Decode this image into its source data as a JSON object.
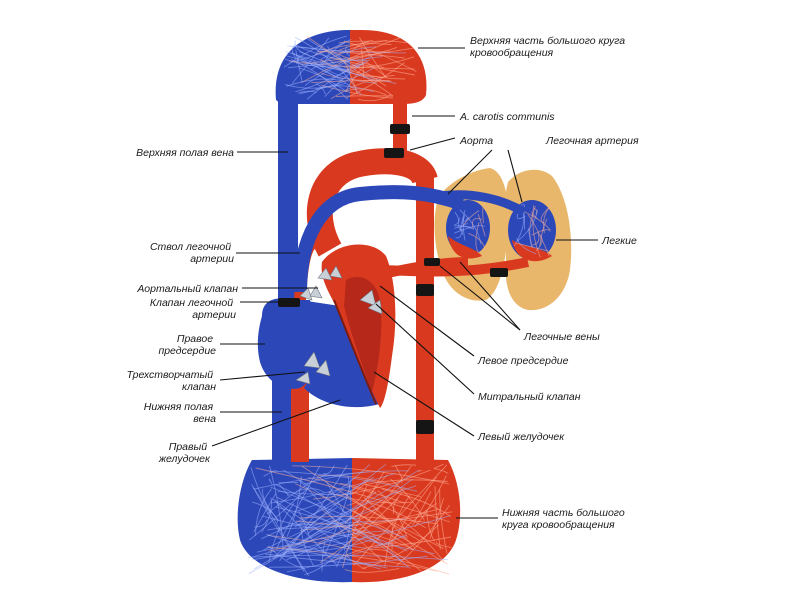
{
  "diagram": {
    "colors": {
      "arterial": "#d93a1f",
      "venous": "#2c47b8",
      "lung": "#e8b76b",
      "valve": "#c9cfd6",
      "band": "#151515",
      "leader": "#111111",
      "text": "#1a1a1a"
    },
    "labels": {
      "upper_circulation": [
        "Верхняя часть большого круга",
        "кровообращения"
      ],
      "carotis": [
        "A. carotis communis"
      ],
      "aorta": [
        "Аорта"
      ],
      "pulmonary_artery": [
        "Легочная артерия"
      ],
      "superior_vena_cava": [
        "Верхняя полая вена"
      ],
      "lungs": [
        "Легкие"
      ],
      "pulmonary_trunk": [
        "Ствол легочной",
        "артерии"
      ],
      "aortic_valve": [
        "Аортальный клапан"
      ],
      "pulmonary_valve": [
        "Клапан легочной",
        "артерии"
      ],
      "pulmonary_veins": [
        "Легочные вены"
      ],
      "right_atrium": [
        "Правое",
        "предсердие"
      ],
      "left_atrium": [
        "Левое предсердие"
      ],
      "tricuspid_valve": [
        "Трехстворчатый",
        "клапан"
      ],
      "mitral_valve": [
        "Митральный клапан"
      ],
      "inferior_vena_cava": [
        "Нижняя полая",
        "вена"
      ],
      "left_ventricle": [
        "Левый желудочек"
      ],
      "right_ventricle": [
        "Правый",
        "желудочек"
      ],
      "lower_circulation": [
        "Нижняя часть большого",
        "круга кровообращения"
      ]
    }
  }
}
